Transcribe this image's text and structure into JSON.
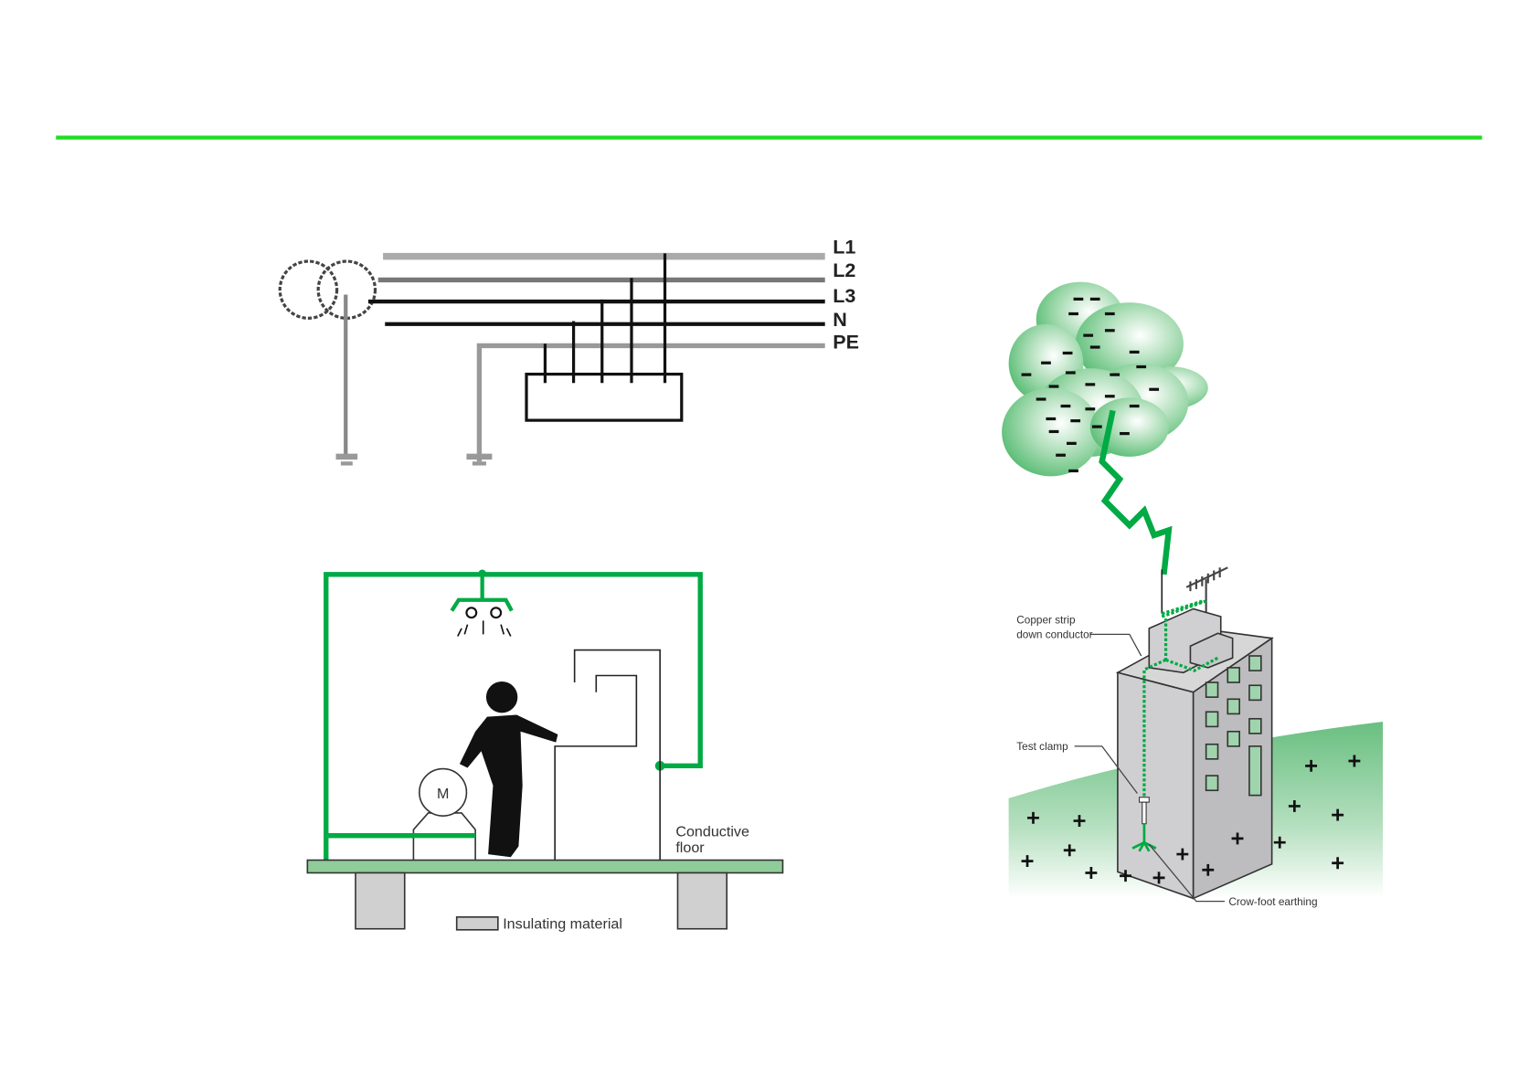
{
  "colors": {
    "accent": "#22dd22",
    "green": "#00aa44",
    "floor": "#8fcc99",
    "insulator": "#d0d0d0"
  },
  "circuit": {
    "lines": [
      "L1",
      "L2",
      "L3",
      "N",
      "PE"
    ]
  },
  "room": {
    "motor_label": "M",
    "floor_label_1": "Conductive",
    "floor_label_2": "floor",
    "legend_label": "Insulating material"
  },
  "building": {
    "copper_1": "Copper strip",
    "copper_2": "down conductor",
    "test_clamp": "Test clamp",
    "crow_foot": "Crow-foot earthing"
  }
}
